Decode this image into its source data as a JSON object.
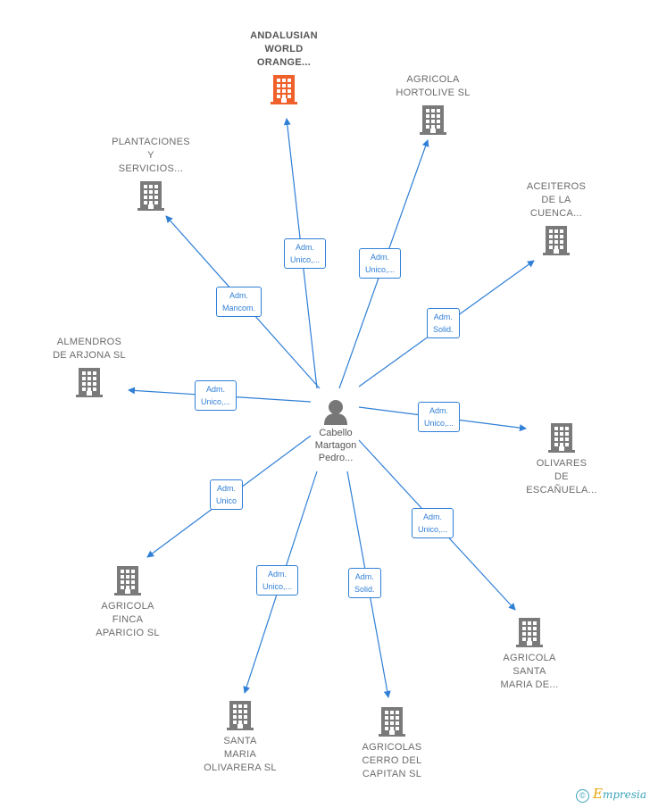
{
  "center": {
    "name": "Cabello\nMartagon\nPedro..."
  },
  "companies": [
    {
      "id": "andalusian",
      "name": "ANDALUSIAN\nWORLD\nORANGE...",
      "highlight": true,
      "role": "Adm.\nUnico,..."
    },
    {
      "id": "hortolive",
      "name": "AGRICOLA\nHORTOLIVE  SL",
      "highlight": false,
      "role": "Adm.\nUnico,..."
    },
    {
      "id": "plantaciones",
      "name": "PLANTACIONES\nY\nSERVICIOS...",
      "highlight": false,
      "role": "Adm.\nMancom."
    },
    {
      "id": "aceiteros",
      "name": "ACEITEROS\nDE LA\nCUENCA...",
      "highlight": false,
      "role": "Adm.\nSolid."
    },
    {
      "id": "almendros",
      "name": "ALMENDROS\nDE ARJONA  SL",
      "highlight": false,
      "role": "Adm.\nUnico,..."
    },
    {
      "id": "olivares",
      "name": "OLIVARES\nDE\nESCAÑUELA...",
      "highlight": false,
      "role": "Adm.\nUnico,..."
    },
    {
      "id": "finca",
      "name": "AGRICOLA\nFINCA\nAPARICIO  SL",
      "highlight": false,
      "role": "Adm.\nUnico"
    },
    {
      "id": "santamaria_de",
      "name": "AGRICOLA\nSANTA\nMARIA DE...",
      "highlight": false,
      "role": "Adm.\nUnico,..."
    },
    {
      "id": "olivarera",
      "name": "SANTA\nMARIA\nOLIVARERA  SL",
      "highlight": false,
      "role": "Adm.\nUnico,..."
    },
    {
      "id": "cerro",
      "name": "AGRICOLAS\nCERRO DEL\nCAPITAN  SL",
      "highlight": false,
      "role": "Adm.\nSolid."
    }
  ],
  "colors": {
    "edge": "#2f7fd6",
    "building": "#7a7a7a",
    "building_highlight": "#f0602a",
    "person": "#777777"
  },
  "brand": {
    "copyright": "©",
    "e": "E",
    "rest": "mpresia"
  }
}
